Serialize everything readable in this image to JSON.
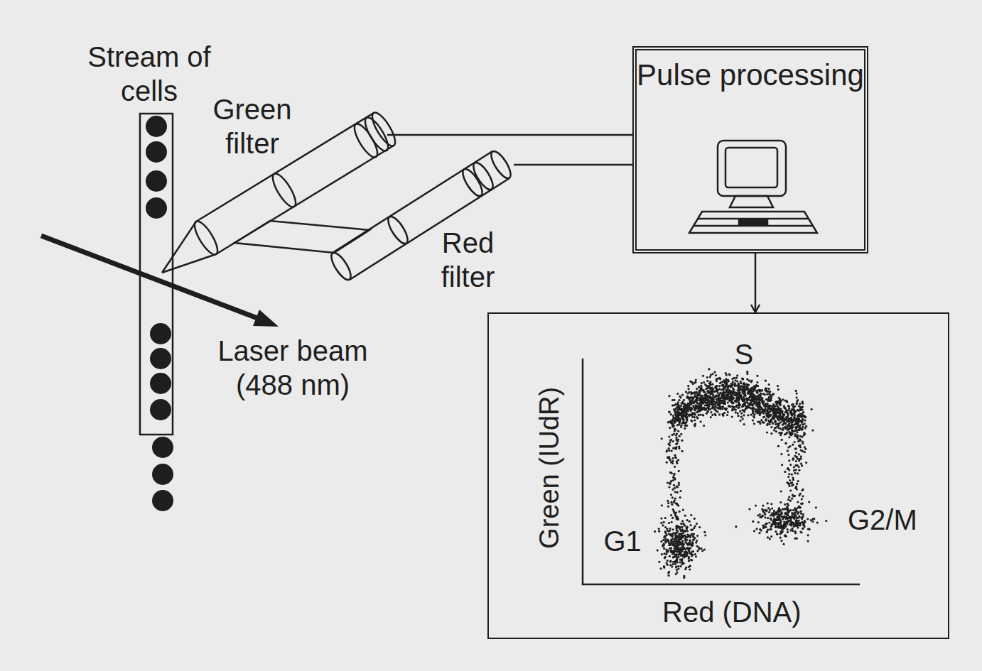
{
  "diagram": {
    "nodes": [
      {
        "text": [
          "Stream of cells"
        ]
      },
      {
        "text": [
          "Green filter"
        ]
      },
      {
        "text": [
          "Red filter"
        ]
      },
      {
        "text": [
          "Pulse processing"
        ]
      },
      {
        "text": [
          "S",
          "G1",
          "G2/M",
          "Green (IUdR)",
          "Red (DNA)"
        ]
      }
    ],
    "edges": [
      {
        "from": 1,
        "to": 3,
        "arrow": "none"
      },
      {
        "from": 2,
        "to": 3,
        "arrow": "none"
      },
      {
        "from": 3,
        "to": 4,
        "arrow": "to"
      }
    ],
    "labels": [
      "Laser beam (488 nm)"
    ]
  }
}
